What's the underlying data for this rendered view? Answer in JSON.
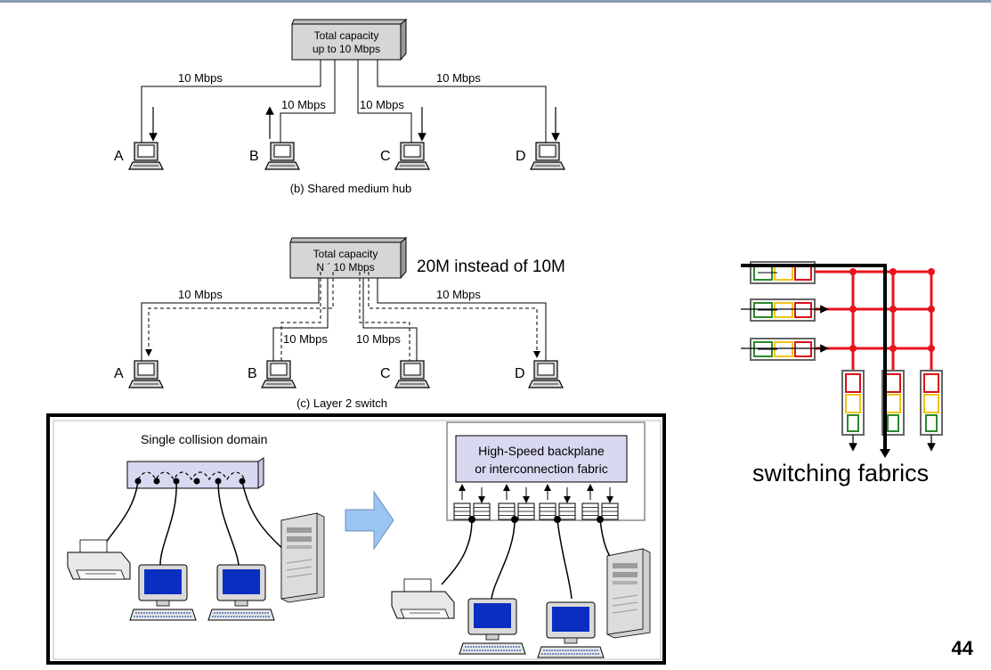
{
  "hub": {
    "box_line1": "Total capacity",
    "box_line2": "up to 10 Mbps",
    "links": [
      "10 Mbps",
      "10 Mbps",
      "10 Mbps",
      "10 Mbps"
    ],
    "stations": [
      "A",
      "B",
      "C",
      "D"
    ],
    "caption": "(b) Shared medium hub"
  },
  "switch": {
    "box_line1": "Total capacity",
    "box_line2": "N ´ 10 Mbps",
    "note": "20M instead of 10M",
    "links": [
      "10 Mbps",
      "10 Mbps",
      "10 Mbps",
      "10 Mbps"
    ],
    "stations": [
      "A",
      "B",
      "C",
      "D"
    ],
    "caption": "(c) Layer 2 switch"
  },
  "collision": {
    "left_label": "Single collision domain",
    "backplane_line1": "High-Speed backplane",
    "backplane_line2": "or interconnection fabric"
  },
  "fabric": {
    "label": "switching fabrics",
    "colors": {
      "line": "#e8141b",
      "green": "#2a8a2a",
      "yellow": "#f0c419",
      "red": "#d9111a"
    }
  },
  "slide_number": "44"
}
